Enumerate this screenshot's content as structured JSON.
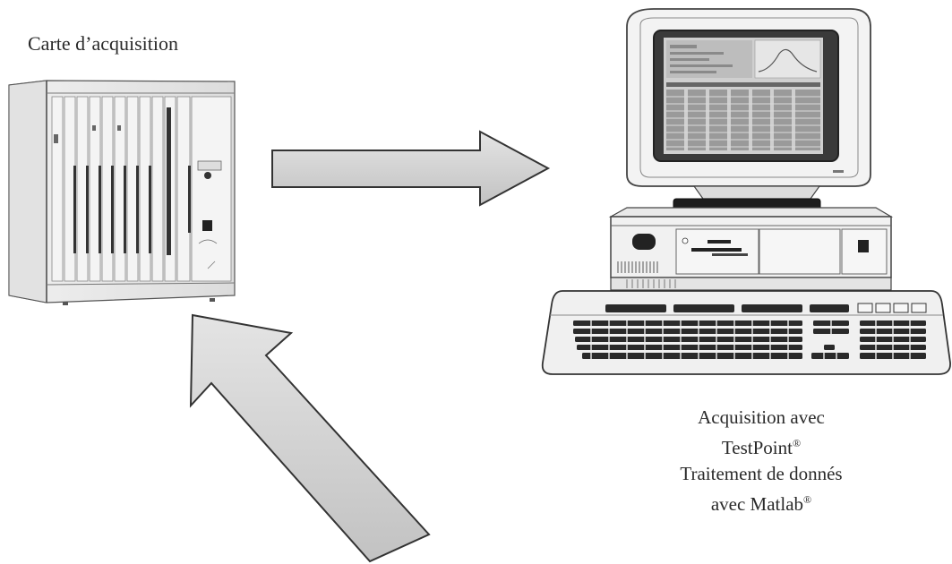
{
  "labels": {
    "rack": "Carte d’acquisition",
    "pc_line1": "Acquisition avec",
    "pc_line2_text": "TestPoint",
    "pc_line2_mark": "®",
    "pc_line3": "Traitement de donnés",
    "pc_line4_text": "avec Matlab",
    "pc_line4_mark": "®"
  },
  "icons": {
    "rack": "acquisition-rack-icon",
    "computer": "desktop-computer-icon",
    "keyboard": "keyboard-icon"
  },
  "colors": {
    "arrow_fill": "#d2d2d2",
    "outline": "#333333"
  }
}
